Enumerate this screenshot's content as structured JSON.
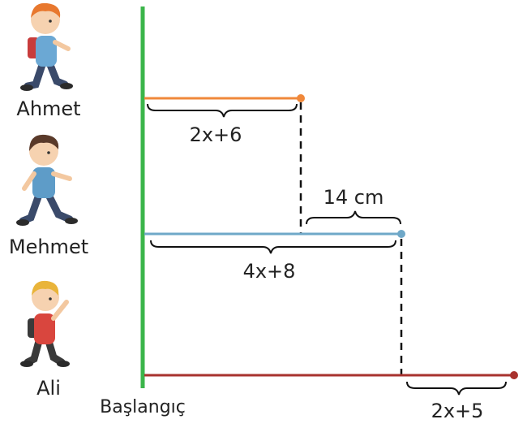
{
  "labels": {
    "ahmet": "Ahmet",
    "mehmet": "Mehmet",
    "ali": "Ali",
    "start": "Başlangıç"
  },
  "measures": {
    "ahmet": "2x+6",
    "mehmet": "4x+8",
    "gap": "14  cm",
    "ali_extra": "2x+5"
  },
  "colors": {
    "start_line": "#3bb54a",
    "ahmet_line": "#f0883a",
    "mehmet_line": "#6fa8c8",
    "ali_line": "#a8322e",
    "brace": "#111111"
  }
}
